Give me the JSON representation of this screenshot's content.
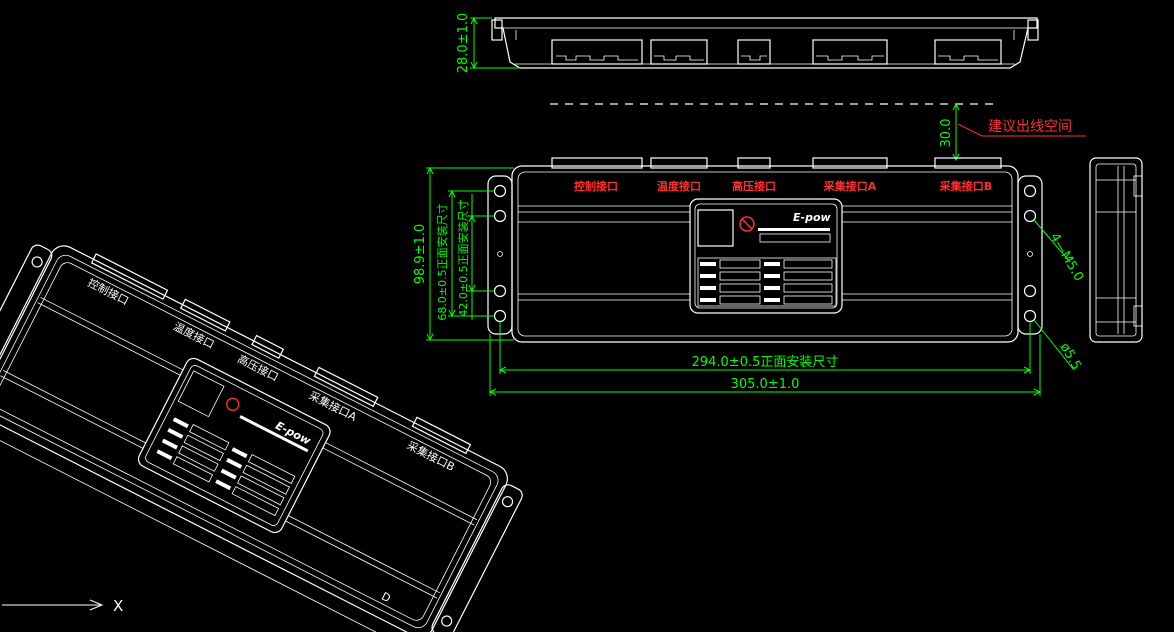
{
  "dimensions": {
    "height_side": "28.0±1.0",
    "wiring_space": "30.0",
    "height_total": "98.9±1.0",
    "mount_68": "68.0±0.5正面安装尺寸",
    "mount_42": "42.0±0.5正面安装尺寸",
    "mount_294": "294.0±0.5正面安装尺寸",
    "width_total": "305.0±1.0",
    "holes_m5": "4—M5.0",
    "hole_dia": "ø5.5"
  },
  "annotations": {
    "wiring_space_note": "建议出线空间"
  },
  "ports": [
    "控制接口",
    "温度接口",
    "高压接口",
    "采集接口A",
    "采集接口B"
  ],
  "label_panel": {
    "brand": "E-pow"
  },
  "iso_view": {
    "axis_x": "X",
    "side_mark": "D"
  }
}
